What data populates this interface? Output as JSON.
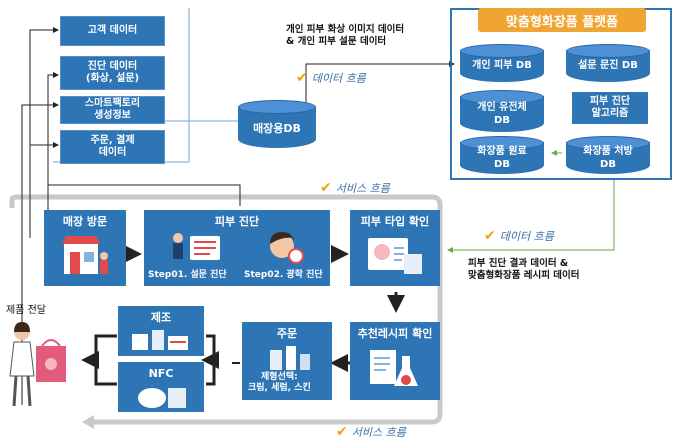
{
  "inputs": {
    "customer": "고객 데이터",
    "diag": "진단 데이터\n(화상, 설문)",
    "factory": "스마트팩토리\n생성정보",
    "order": "주문, 결제\n데이터"
  },
  "store_db": "매장용DB",
  "platform": {
    "title": "맞춤형화장품 플랫폼",
    "db1": "개인 피부 DB",
    "db2": "설문 문진 DB",
    "db3": "개인 유전체\nDB",
    "db4": "피부 진단\n알고리즘",
    "db5": "화장품 원료\nDB",
    "db6": "화장품 처방\nDB"
  },
  "labels": {
    "upload": "개인 피부 화상 이미지 데이터\n& 개인 피부 설문 데이터",
    "download": "피부 진단 결과 데이터 &\n맞춤형화장품 레시피 데이터",
    "data_flow": "데이터 흐름",
    "service_flow": "서비스 흐름",
    "delivery": "제품 전달"
  },
  "steps": {
    "visit": "매장 방문",
    "diagnosis": "피부 진단",
    "step1": "Step01. 설문 진단",
    "step2": "Step02. 광학 진단",
    "skin_type": "피부 타입 확인",
    "recipe": "추천레시피 확인",
    "order": "주문",
    "order_detail": "제형선택:\n크림, 세럼, 스킨",
    "make": "제조",
    "nfc": "NFC"
  },
  "icons": [
    "check-icon",
    "store-icon",
    "survey-icon",
    "face-scan-icon",
    "skin-analysis-icon",
    "flask-icon",
    "cosmetic-bottle-icon",
    "nfc-tag-icon",
    "shopping-woman-icon"
  ]
}
